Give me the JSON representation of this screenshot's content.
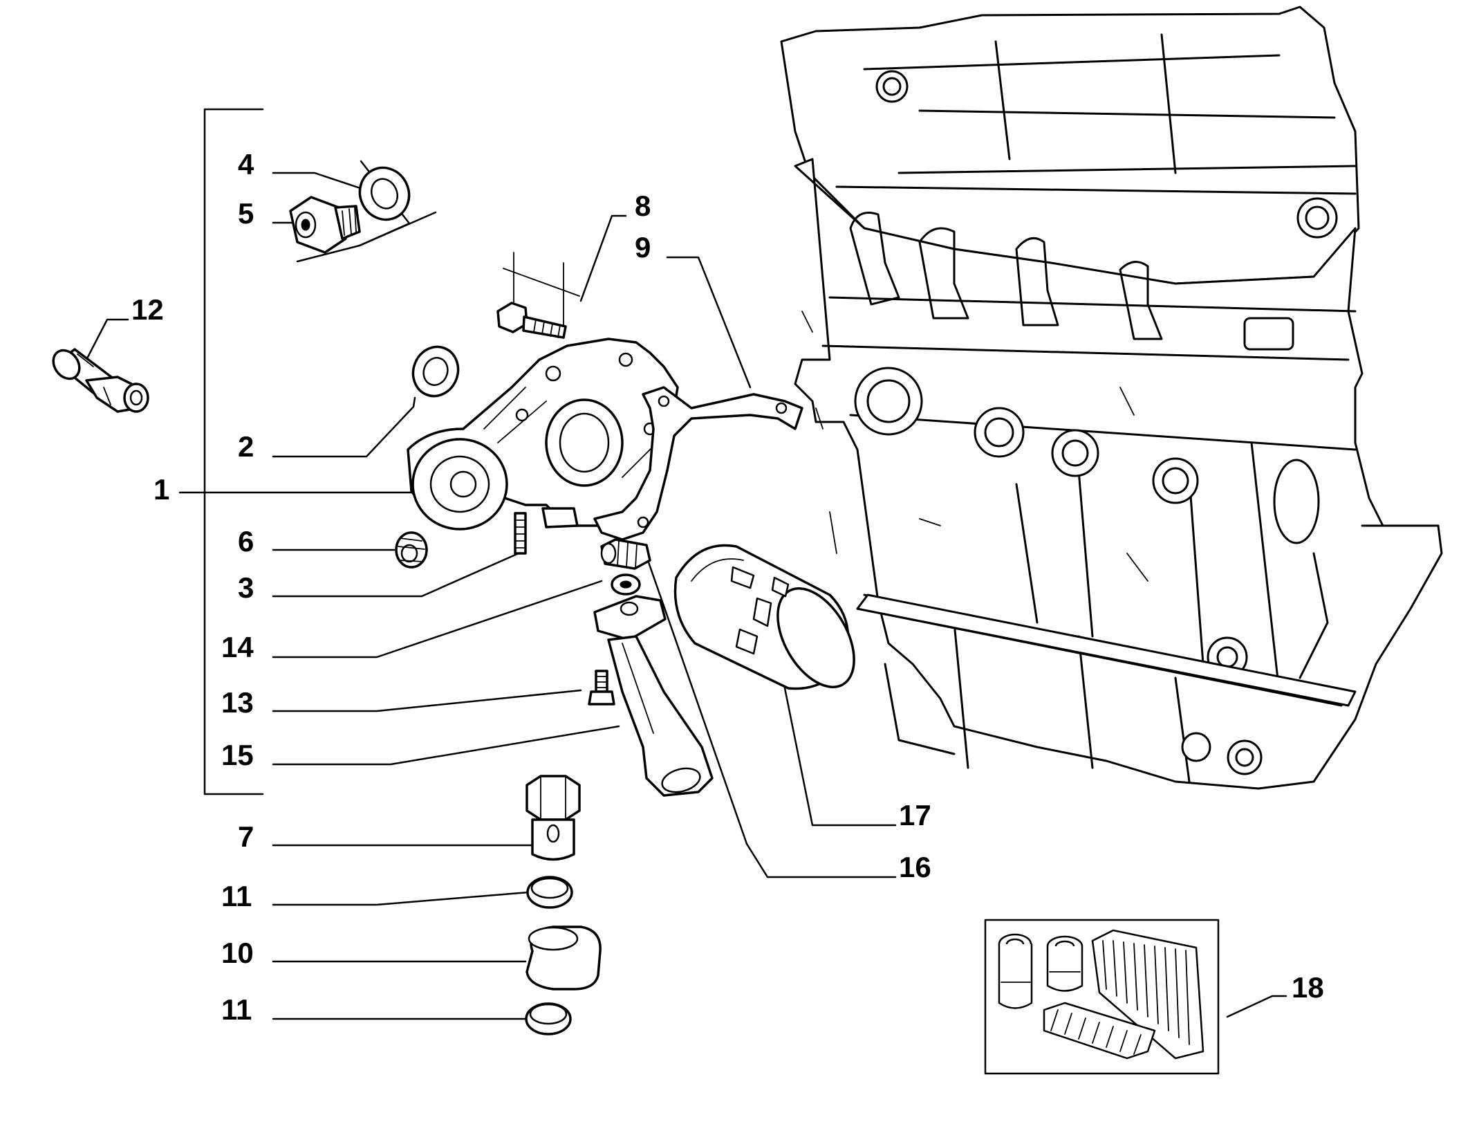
{
  "diagram": {
    "callouts": {
      "c1": "1",
      "c2": "2",
      "c3": "3",
      "c4": "4",
      "c5": "5",
      "c6": "6",
      "c7": "7",
      "c8": "8",
      "c9": "9",
      "c10": "10",
      "c11a": "11",
      "c11b": "11",
      "c12": "12",
      "c13": "13",
      "c14": "14",
      "c15": "15",
      "c16": "16",
      "c17": "17",
      "c18": "18"
    },
    "colors": {
      "ink": "#000000",
      "paper": "#ffffff"
    }
  }
}
